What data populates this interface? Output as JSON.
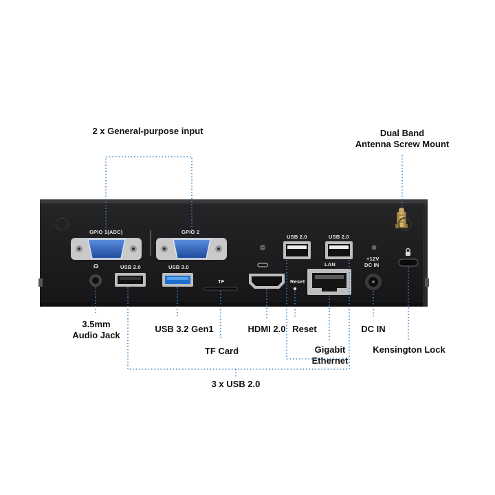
{
  "callouts": {
    "gpio": "2 x General-purpose input",
    "antenna_line1": "Dual Band",
    "antenna_line2": "Antenna Screw Mount",
    "audio_line1": "3.5mm",
    "audio_line2": "Audio Jack",
    "usb32": "USB 3.2 Gen1",
    "tf": "TF Card",
    "hdmi": "HDMI 2.0",
    "reset": "Reset",
    "ethernet_line1": "Gigabit",
    "ethernet_line2": "Ethernet",
    "dcin": "DC IN",
    "kensington": "Kensington Lock",
    "usb20": "3 x USB 2.0"
  },
  "panel_labels": {
    "gpio1": "GPIO 1(ADC)",
    "gpio2": "GPIO 2",
    "usb20_left": "USB 2.0",
    "usb30": "USB 3.0",
    "tf": "TF",
    "usb20_top1": "USB 2.0",
    "usb20_top2": "USB 2.0",
    "lan": "LAN",
    "dc_volt": "+12V",
    "dc_in": "DC IN",
    "reset": "Reset"
  },
  "icons": [
    "headphone-icon",
    "lock-icon",
    "ground-screw-icon",
    "micro-usb-icon",
    "antenna-icon"
  ],
  "colors": {
    "callout_line": "#3a86c8",
    "chassis": "#1c1c1e",
    "vga_blue": "#2f5fb8",
    "usb3_blue": "#2a7ad6"
  }
}
